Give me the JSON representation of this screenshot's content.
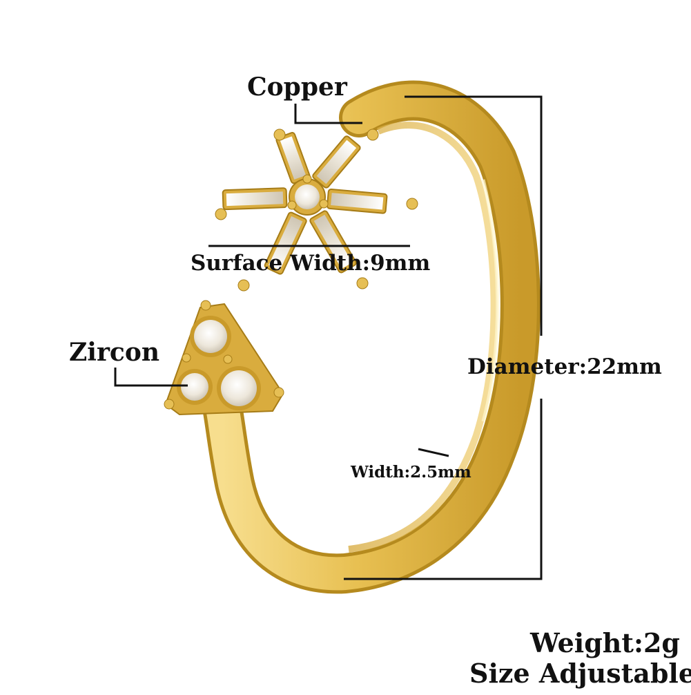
{
  "product_image": {
    "subject": "gold open ring with zircon flower and trio cluster",
    "colors": {
      "gold_light": "#f6dc8a",
      "gold_mid": "#e2b947",
      "gold_dark": "#b58a1e",
      "stone": "#f3f0e8",
      "line": "#111111"
    }
  },
  "labels": {
    "copper": "Copper",
    "surface_width": "Surface Width:9mm",
    "zircon": "Zircon",
    "diameter": "Diameter:22mm",
    "band_width": "Width:2.5mm",
    "weight": "Weight:2g",
    "size": "Size Adjustable"
  }
}
